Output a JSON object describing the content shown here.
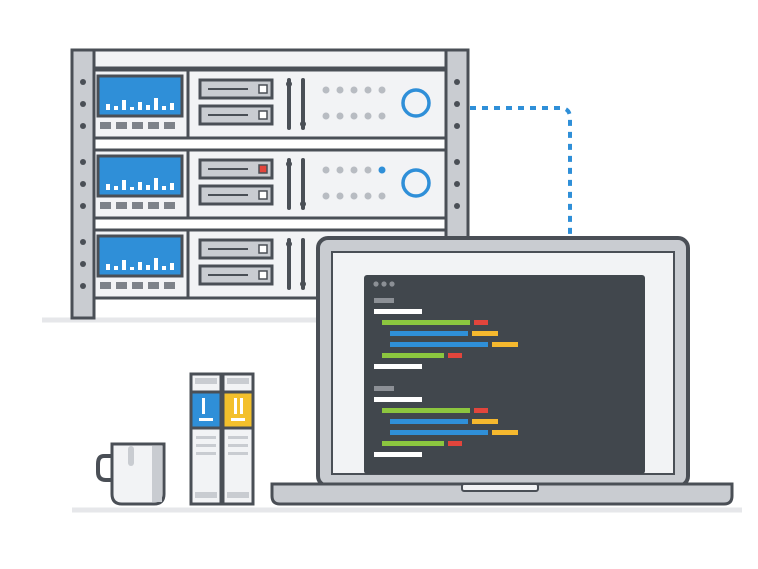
{
  "illustration": {
    "server_rack": {
      "units": [
        {
          "id": "unit-1",
          "led_active": false
        },
        {
          "id": "unit-2",
          "led_active": true
        },
        {
          "id": "unit-3",
          "led_active": false
        }
      ]
    },
    "laptop": {
      "editor": {
        "code_blocks": 2
      }
    },
    "books": [
      {
        "spine_color": "#2f8fd8"
      },
      {
        "spine_color": "#f3c02c"
      }
    ],
    "connection": {
      "style": "dashed"
    }
  },
  "colors": {
    "outline": "#4a4f56",
    "panel": "#f2f3f5",
    "frame": "#c9ccd1",
    "blue": "#2f8fd8",
    "green": "#8cc63f",
    "orange": "#f5b82e",
    "red": "#e2453c",
    "screen": "#41474d",
    "shadow": "#e6e7ea"
  }
}
